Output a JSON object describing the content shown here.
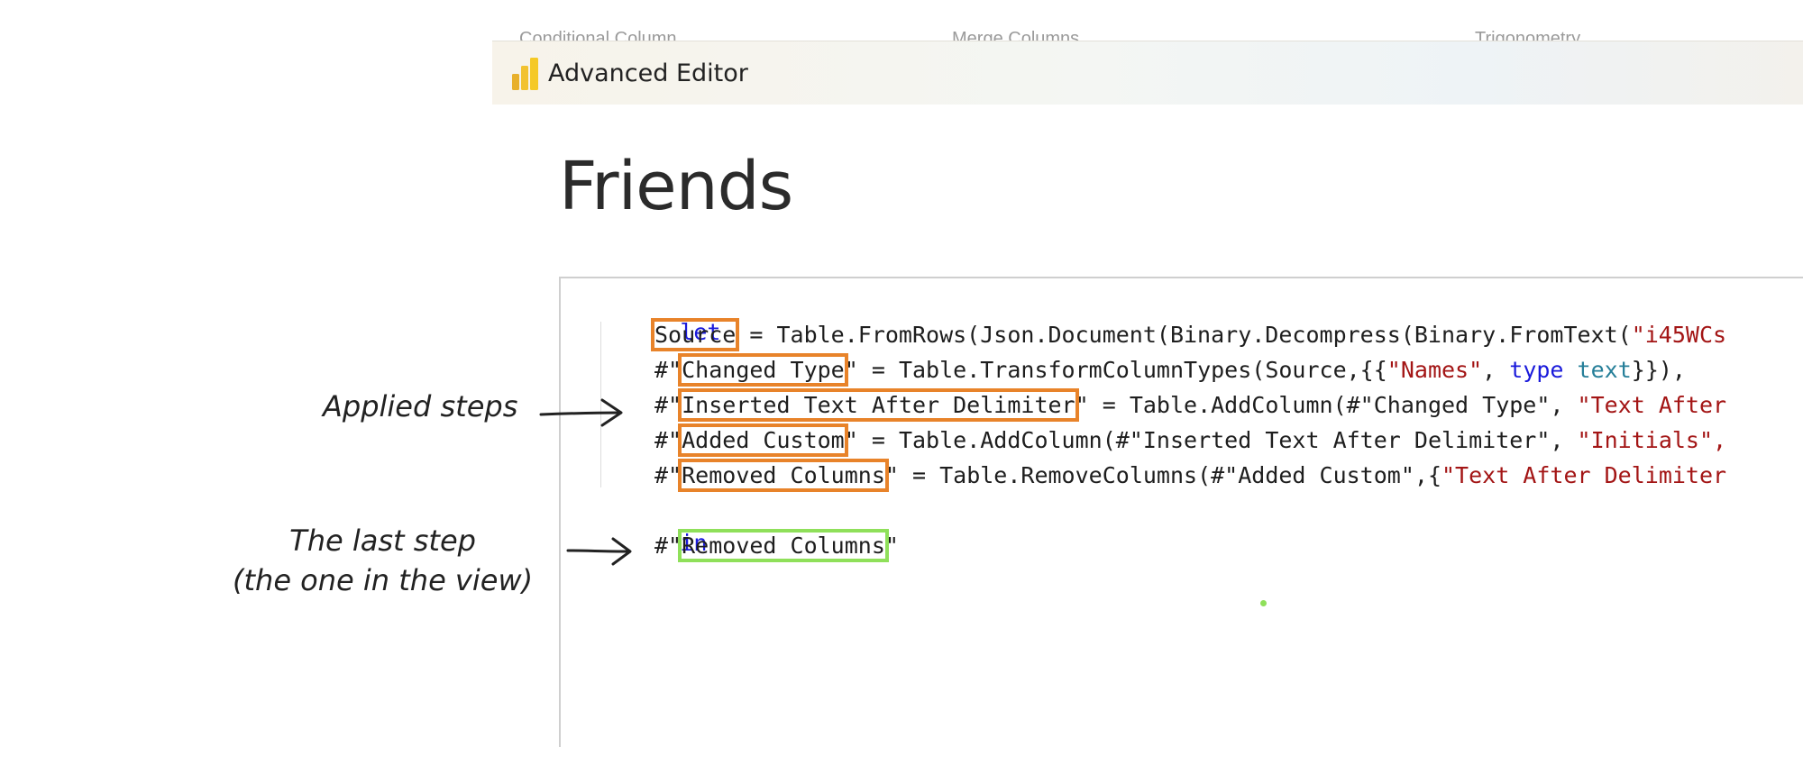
{
  "ribbon_remnant": {
    "items": [
      "Conditional Column",
      "Merge Columns",
      "Trigonometry"
    ]
  },
  "window": {
    "title": "Advanced Editor",
    "app_icon": "powerbi-icon"
  },
  "query": {
    "name": "Friends"
  },
  "code": {
    "let": "let",
    "in": "in",
    "lines": [
      {
        "prefix": "",
        "step": "Source",
        "suffix_plain": " = Table.FromRows(Json.Document(Binary.Decompress(Binary.FromText(",
        "suffix_str": "\"i45WCs"
      },
      {
        "prefix": "#\"",
        "step": "Changed Type",
        "suffix_plain": "\" = Table.TransformColumnTypes(Source,{{",
        "suffix_str": "\"Names\"",
        "suffix_tail_plain": ", ",
        "suffix_kw": "type",
        "suffix_space": " ",
        "suffix_teal": "text",
        "suffix_end": "}}),"
      },
      {
        "prefix": "#\"",
        "step": "Inserted Text After Delimiter",
        "suffix_plain": "\" = Table.AddColumn(#\"Changed Type\", ",
        "suffix_str": "\"Text After"
      },
      {
        "prefix": "#\"",
        "step": "Added Custom",
        "suffix_plain": "\" = Table.AddColumn(#\"Inserted Text After Delimiter\", ",
        "suffix_str": "\"Initials\","
      },
      {
        "prefix": "#\"",
        "step": "Removed Columns",
        "suffix_plain": "\" = Table.RemoveColumns(#\"Added Custom\",{",
        "suffix_str": "\"Text After Delimiter"
      }
    ],
    "result": {
      "prefix": "#\"",
      "step": "Removed Columns",
      "suffix": "\""
    }
  },
  "annotations": {
    "applied_steps": "Applied steps",
    "last_step_line1": "The last step",
    "last_step_line2": "(the one in the view)"
  },
  "colors": {
    "step_highlight": "#e8832a",
    "result_highlight": "#8fe05a",
    "keyword": "#1a1adb",
    "string": "#a31515"
  }
}
